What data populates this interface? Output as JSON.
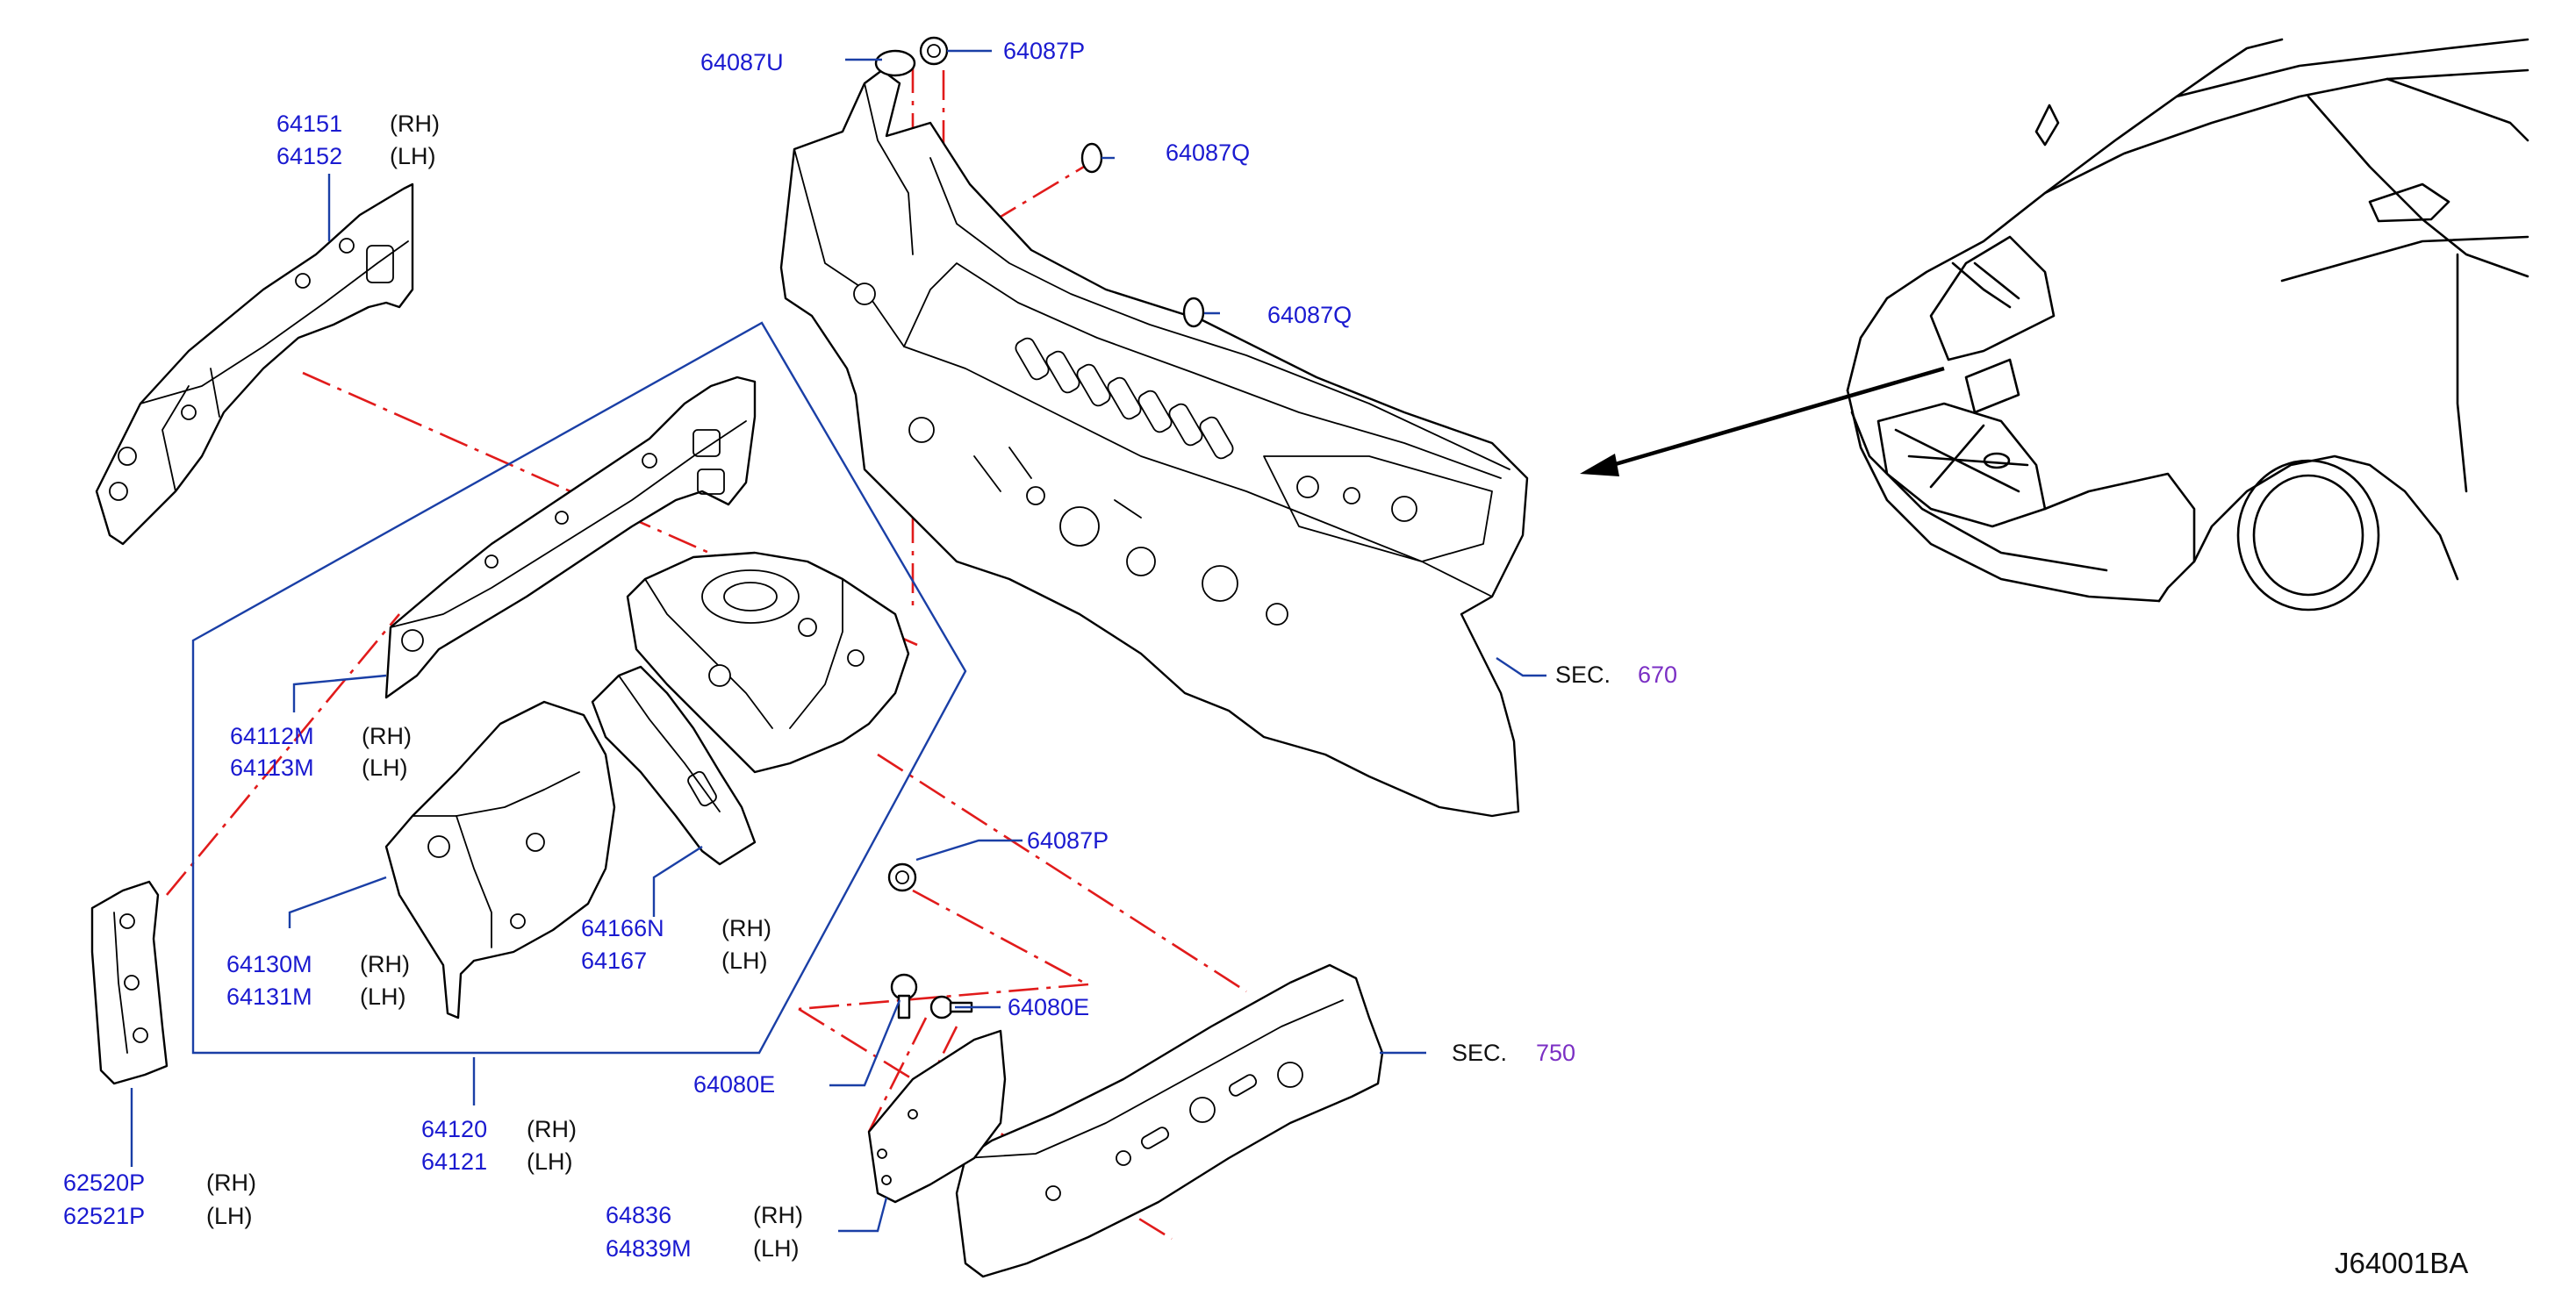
{
  "diagram_code": "J64001BA",
  "callouts": {
    "p64087U": "64087U",
    "p64087P_top": "64087P",
    "p64087Q_a": "64087Q",
    "p64087Q_b": "64087Q",
    "p64151": "64151",
    "p64151_side": "(RH)",
    "p64152": "64152",
    "p64152_side": "(LH)",
    "p64112M": "64112M",
    "p64112M_side": "(RH)",
    "p64113M": "64113M",
    "p64113M_side": "(LH)",
    "p64130M": "64130M",
    "p64130M_side": "(RH)",
    "p64131M": "64131M",
    "p64131M_side": "(LH)",
    "p64166N": "64166N",
    "p64166N_side": "(RH)",
    "p64167": "64167",
    "p64167_side": "(LH)",
    "p64120": "64120",
    "p64120_side": "(RH)",
    "p64121": "64121",
    "p64121_side": "(LH)",
    "p62520P": "62520P",
    "p62520P_side": "(RH)",
    "p62521P": "62521P",
    "p62521P_side": "(LH)",
    "p64087P_mid": "64087P",
    "p64080E_a": "64080E",
    "p64080E_b": "64080E",
    "p64836": "64836",
    "p64836_side": "(RH)",
    "p64839M": "64839M",
    "p64839M_side": "(LH)"
  },
  "section_refs": [
    {
      "prefix": "SEC.",
      "number": "670"
    },
    {
      "prefix": "SEC.",
      "number": "750"
    }
  ],
  "colors": {
    "callout_number": "#1a1ad0",
    "leader_line": "#1a3fa6",
    "phantom_line": "#e11b1b",
    "section_number": "#7b2fc4",
    "outline": "#000000"
  }
}
